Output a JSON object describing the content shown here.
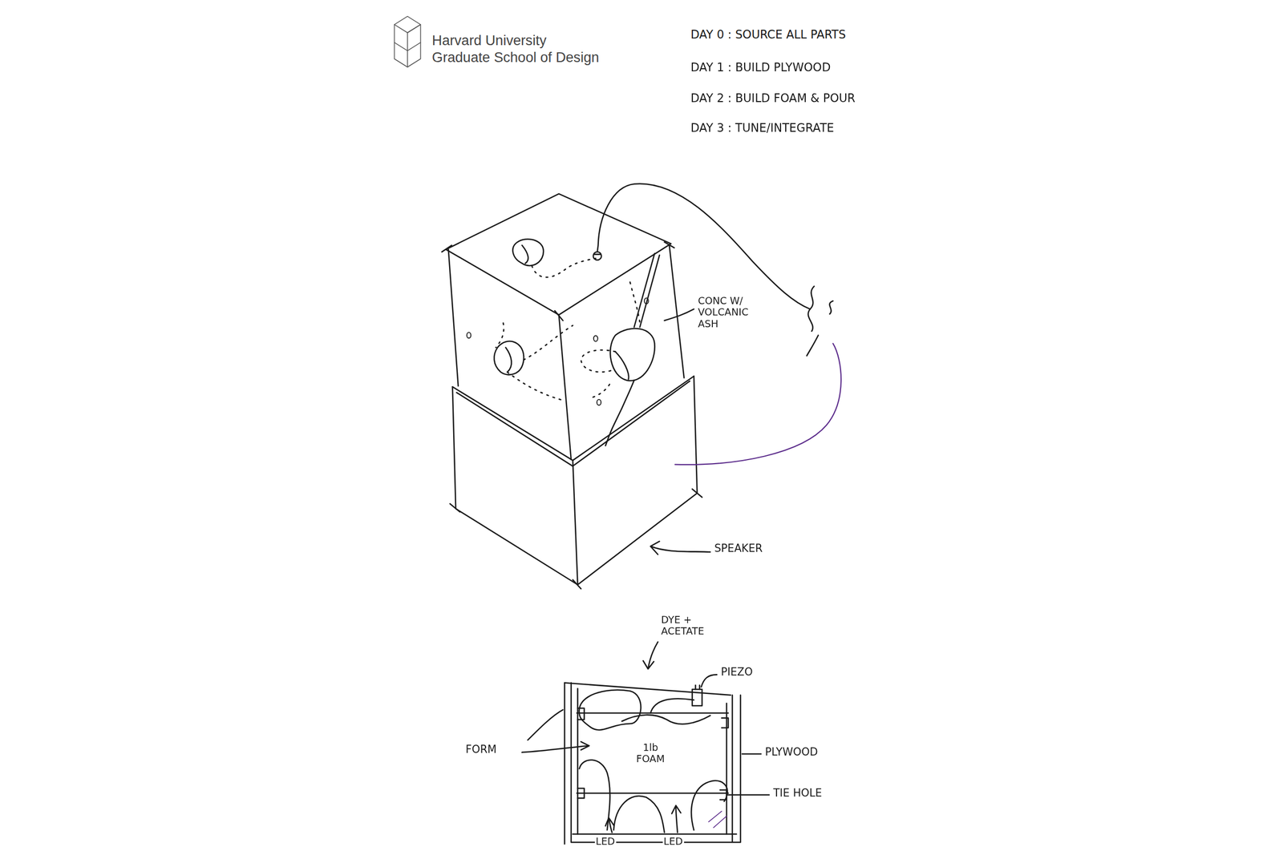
{
  "diagram": {
    "labels": [
      "Harvard University",
      "Graduate School of Design",
      "DAY 0 : SOURCE ALL PARTS",
      "DAY 1 : BUILD PLYWOOD",
      "DAY 2 : BUILD FOAM & POUR",
      "DAY 3 : TUNE/INTEGRATE",
      "CONC W/ VOLCANIC ASH",
      "SPEAKER",
      "DYE + ACETATE",
      "PIEZO",
      "FORM",
      "1lb FOAM",
      "PLYWOOD",
      "TIE HOLE",
      "LED",
      "LED"
    ]
  }
}
